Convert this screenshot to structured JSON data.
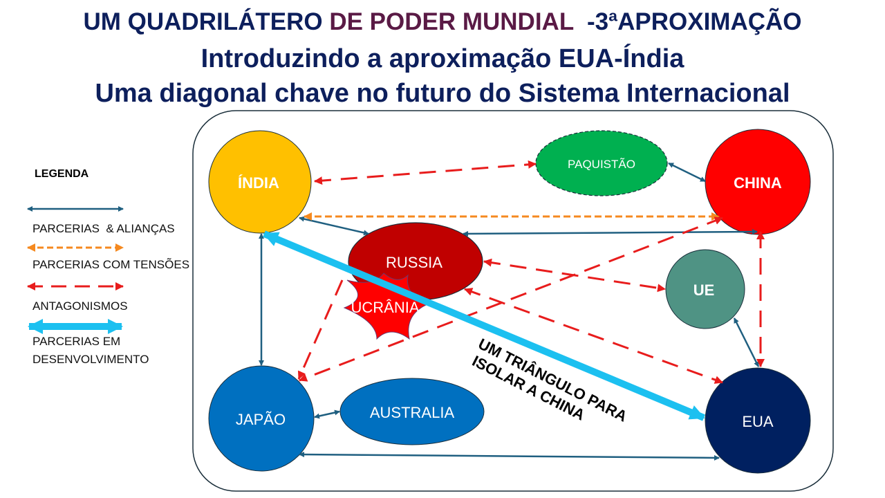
{
  "title": {
    "line1_a": "UM QUADRILÁTERO ",
    "line1_b": "DE PODER MUNDIAL",
    "line1_c": "  -3ªAPROXIMAÇÃO",
    "line2": "Introduzindo a aproximação EUA-Índia",
    "line3": "Uma diagonal chave no futuro do Sistema Internacional"
  },
  "legend": {
    "title": "LEGENDA",
    "items": [
      {
        "label": "PARCERIAS  & ALIANÇAS"
      },
      {
        "label": "PARCERIAS COM TENSÕES"
      },
      {
        "label": "ANTAGONISMOS"
      },
      {
        "label_1": "PARCERIAS EM",
        "label_2": "DESENVOLVIMENTO"
      }
    ]
  },
  "nodes": {
    "india": "ÍNDIA",
    "china": "CHINA",
    "paquistao": "PAQUISTÃO",
    "russia": "RUSSIA",
    "ucrania": "UCRÂNIA",
    "ue": "UE",
    "japao": "JAPÃO",
    "australia": "AUSTRALIA",
    "eua": "EUA"
  },
  "annotation": {
    "line1": "UM TRIÂNGULO PARA",
    "line2": "ISOLAR A CHINA"
  },
  "colors": {
    "alliance": "#1F5F80",
    "tension": "#F5891F",
    "antagonism": "#E81C1C",
    "developing": "#1CC0F0",
    "india": "#FFC000",
    "china": "#FF0000",
    "paquistao": "#00B050",
    "russia": "#C00000",
    "ucrania": "#FF0000",
    "ue": "#4F9384",
    "japao": "#0070C0",
    "australia": "#0070C0",
    "eua": "#002060"
  }
}
